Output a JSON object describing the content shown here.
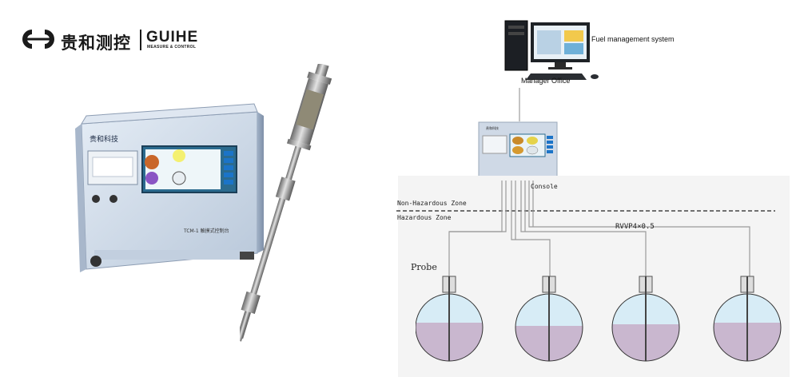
{
  "logo": {
    "cn_name": "贵和测控",
    "en_name": "GUIHE",
    "tagline": "MEASURE & CONTROL"
  },
  "console_device": {
    "brand": "贵和科技",
    "model_label": "TCM-1 触摸式控制台"
  },
  "diagram": {
    "system_label": "Fuel  management system",
    "office_label": "Manager Office",
    "console_label": "Console",
    "non_hazard_label": "Non-Hazardous Zone",
    "hazard_label": "Hazardous Zone",
    "cable_label": "RVVP4×0.5",
    "probe_label": "Probe"
  },
  "colors": {
    "panel": "#cfd9e6",
    "screen_bg": "#2b6b8f",
    "tank_upper": "#d7ecf6",
    "tank_lower": "#c9b7cf",
    "pipe": "#8a8a8a"
  }
}
